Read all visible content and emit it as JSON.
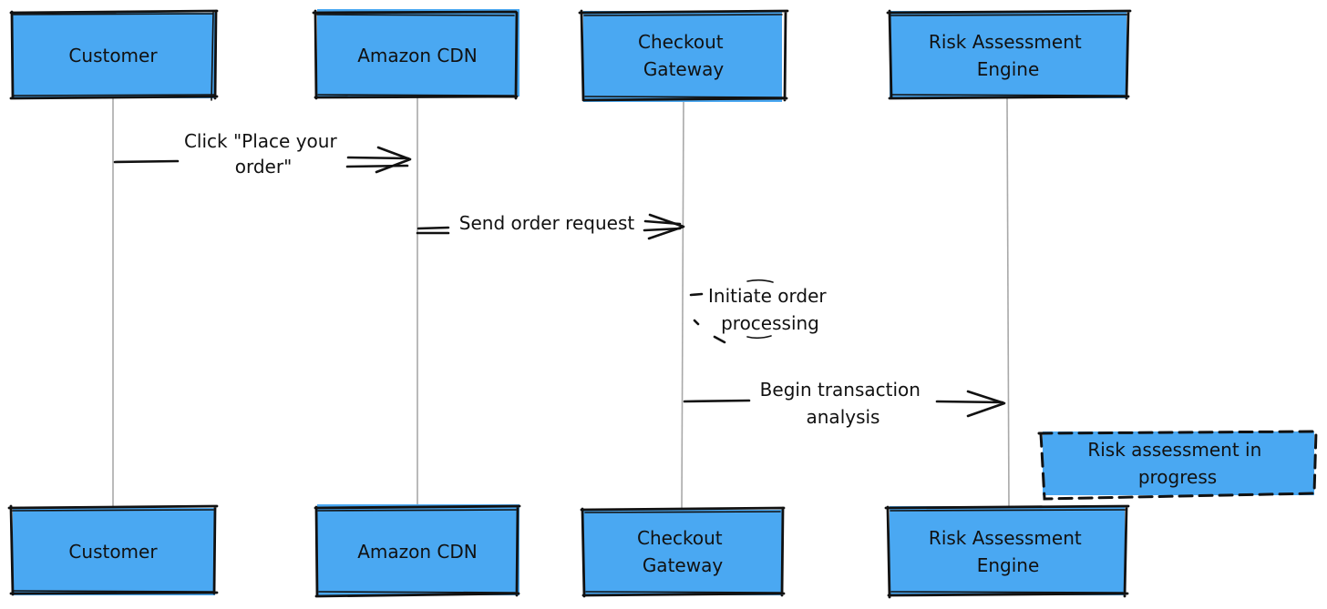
{
  "participants": [
    {
      "id": "customer",
      "top_lines": [
        "Customer"
      ],
      "bottom_lines": [
        "Customer"
      ]
    },
    {
      "id": "amazon_cdn",
      "top_lines": [
        "Amazon CDN"
      ],
      "bottom_lines": [
        "Amazon CDN"
      ]
    },
    {
      "id": "checkout_gateway",
      "top_lines": [
        "Checkout",
        "Gateway"
      ],
      "bottom_lines": [
        "Checkout",
        "Gateway"
      ]
    },
    {
      "id": "risk_engine",
      "top_lines": [
        "Risk Assessment",
        "Engine"
      ],
      "bottom_lines": [
        "Risk Assessment",
        "Engine"
      ]
    }
  ],
  "messages": [
    {
      "from": "customer",
      "to": "amazon_cdn",
      "lines": [
        "Click \"Place your",
        "order\""
      ]
    },
    {
      "from": "amazon_cdn",
      "to": "checkout_gateway",
      "lines": [
        "Send order request"
      ]
    },
    {
      "from": "checkout_gateway",
      "to": "checkout_gateway",
      "lines": [
        "Initiate order",
        "processing"
      ]
    },
    {
      "from": "checkout_gateway",
      "to": "risk_engine",
      "lines": [
        "Begin transaction",
        "analysis"
      ]
    }
  ],
  "note": {
    "attached_to": "risk_engine",
    "lines": [
      "Risk assessment in",
      "progress"
    ]
  },
  "colors": {
    "box_fill": "#4aa8f2",
    "stroke": "#111111",
    "lifeline": "#a9a9a9",
    "background": "#ffffff"
  }
}
